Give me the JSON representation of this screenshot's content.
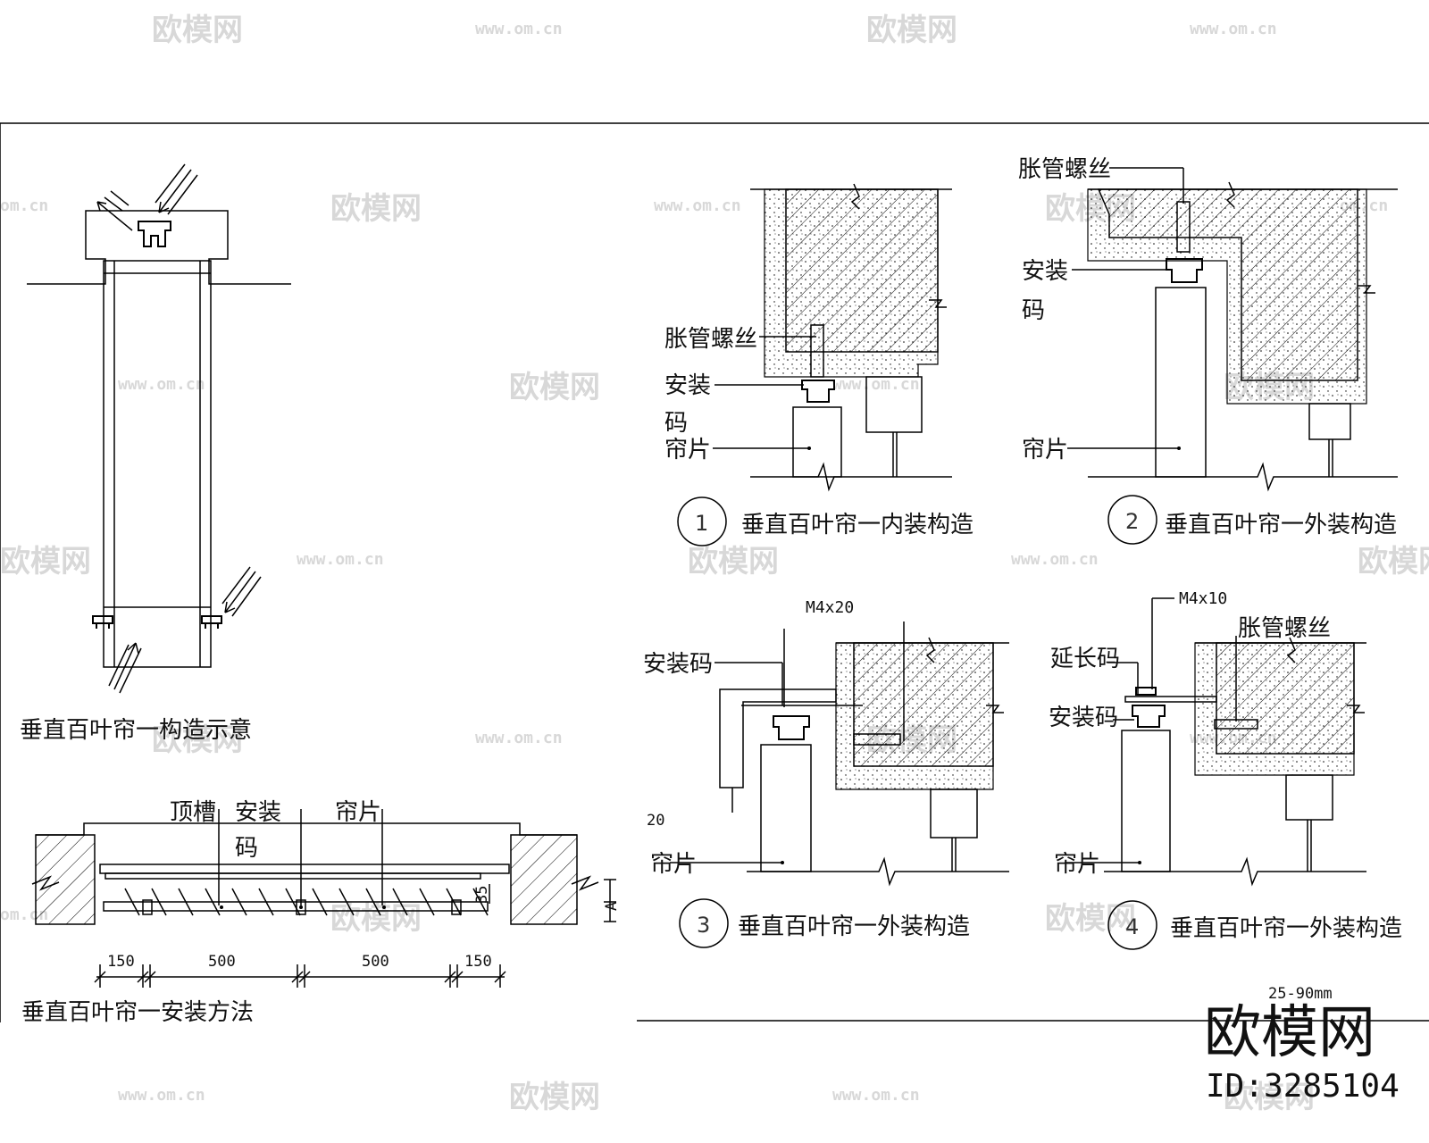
{
  "watermark": {
    "brand": "欧模网",
    "url": "www.om.cn",
    "url_short": "om.cn"
  },
  "logo": {
    "brand": "欧模网",
    "id": "ID:3285104"
  },
  "overview": {
    "title": "垂直百叶帘一构造示意"
  },
  "install_method": {
    "title": "垂直百叶帘一安装方法",
    "labels": {
      "top_slot": "顶槽",
      "install_code_1": "安装",
      "install_code_2": "码",
      "slat": "帘片"
    },
    "dims": [
      "150",
      "500",
      "500",
      "150"
    ],
    "side_dims": {
      "a": "A",
      "b": "35"
    }
  },
  "detail1": {
    "number": "1",
    "title": "垂直百叶帘一内装构造",
    "labels": {
      "screw": "胀管螺丝",
      "install_1": "安装",
      "install_2": "码",
      "slat": "帘片"
    }
  },
  "detail2": {
    "number": "2",
    "title": "垂直百叶帘一外装构造",
    "labels": {
      "screw": "胀管螺丝",
      "install_1": "安装",
      "install_2": "码",
      "slat": "帘片"
    }
  },
  "detail3": {
    "number": "3",
    "title": "垂直百叶帘一外装构造",
    "labels": {
      "bolt": "M4x20",
      "install": "安装码",
      "dim": "20",
      "slat": "帘片"
    }
  },
  "detail4": {
    "number": "4",
    "title": "垂直百叶帘一外装构造",
    "labels": {
      "bolt": "M4x10",
      "screw": "胀管螺丝",
      "ext": "延长码",
      "install": "安装码",
      "slat": "帘片"
    },
    "range": "25-90mm"
  }
}
